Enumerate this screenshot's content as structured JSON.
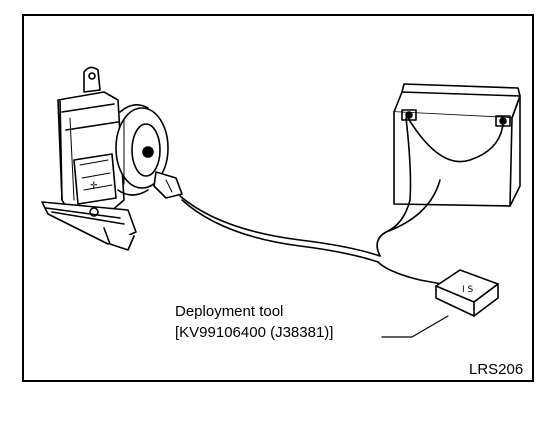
{
  "diagram": {
    "label_name": "Deployment tool",
    "label_part": "[KV99106400 (J38381)]",
    "figure_code": "LRS206"
  }
}
